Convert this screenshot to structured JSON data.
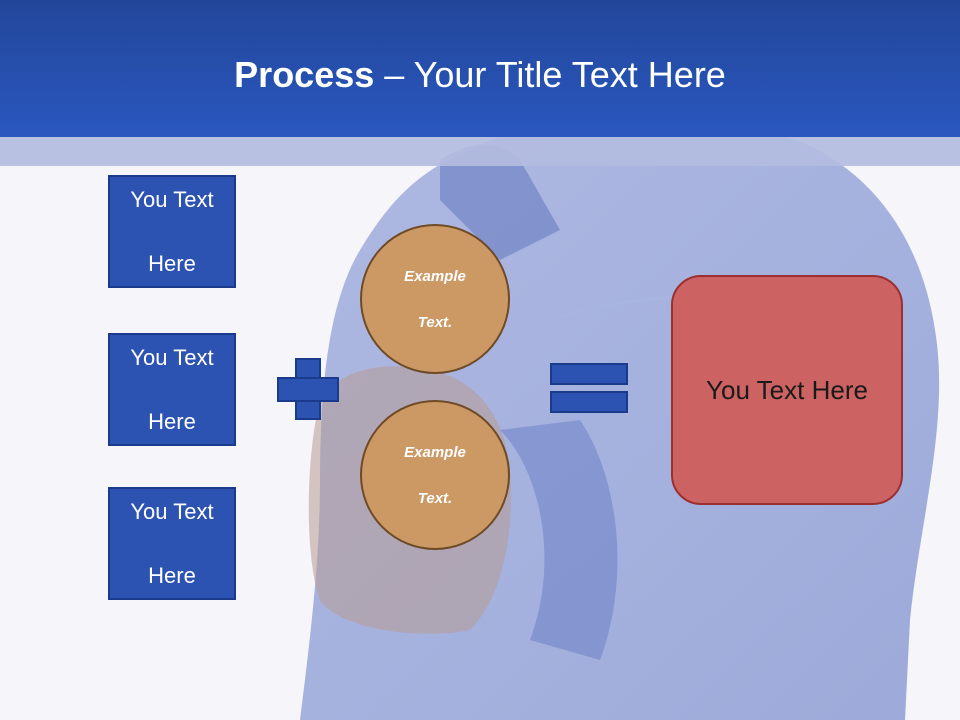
{
  "slide": {
    "title_bold": "Process",
    "title_rest": " – Your Title Text Here"
  },
  "left_boxes": [
    {
      "line1": "You Text",
      "line2": "Here"
    },
    {
      "line1": "You Text",
      "line2": "Here"
    },
    {
      "line1": "You Text",
      "line2": "Here"
    }
  ],
  "circles": [
    {
      "line1": "Example",
      "line2": "Text."
    },
    {
      "line1": "Example",
      "line2": "Text."
    }
  ],
  "result_box": {
    "label": "You Text Here"
  },
  "colors": {
    "header": "#2a57bf",
    "box_fill": "#2c52b2",
    "circle_fill": "#cc9965",
    "result_fill": "#cd6262"
  },
  "icons": {
    "plus": "plus-sign",
    "equals": "equals-sign"
  }
}
